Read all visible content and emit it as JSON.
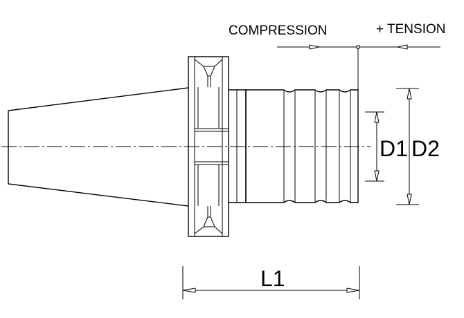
{
  "labels": {
    "compression": "COMPRESSION",
    "tension": "+ TENSION",
    "d1": "D1",
    "d2": "D2",
    "l1": "L1"
  }
}
